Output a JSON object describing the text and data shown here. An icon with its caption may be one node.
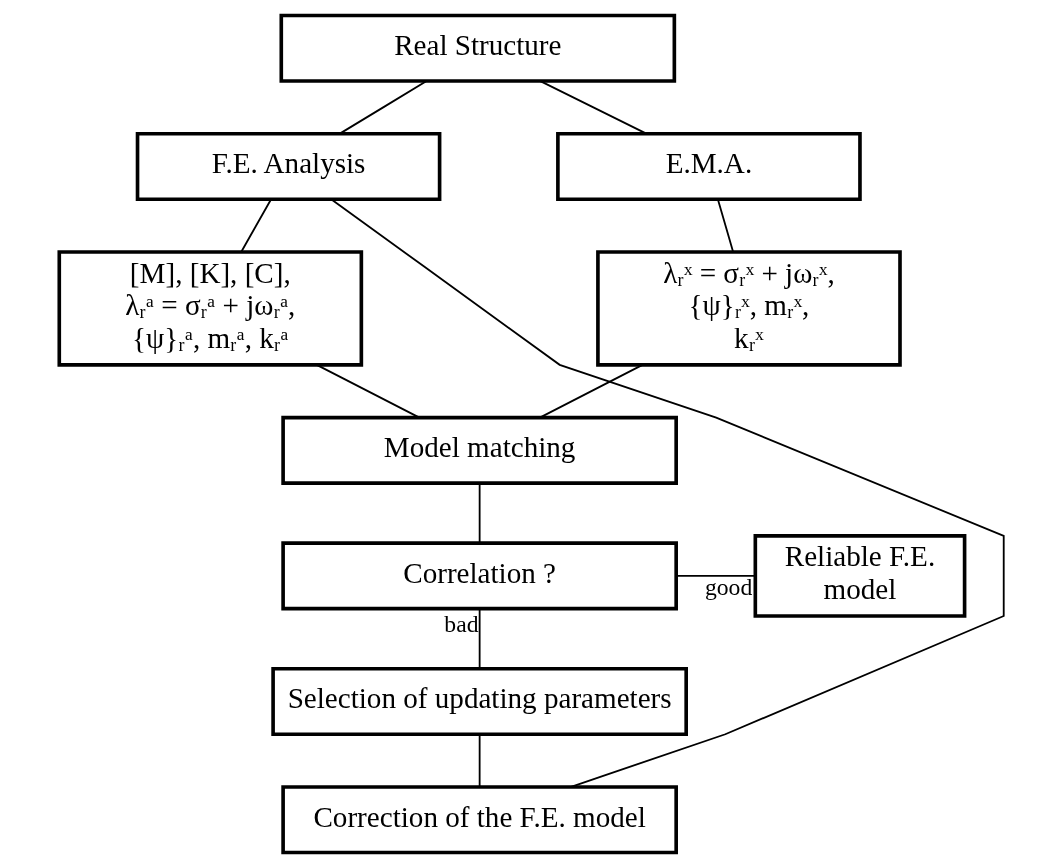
{
  "diagram": {
    "nodes": [
      {
        "text": [
          "Real Structure"
        ]
      },
      {
        "text": [
          "F.E. Analysis"
        ]
      },
      {
        "text": [
          "E.M.A."
        ]
      },
      {
        "text": [
          "[M], [K], [C], λᵣᵃ = σᵣᵃ + jωᵣᵃ, {ψ}ᵣᵃ, mᵣᵃ, kᵣᵃ"
        ]
      },
      {
        "text": [
          "λᵣˣ = σᵣˣ + jωᵣˣ, {ψ}ᵣˣ, mᵣˣ, kᵣˣ"
        ]
      },
      {
        "text": [
          "Model matching"
        ]
      },
      {
        "text": [
          "Correlation ?"
        ]
      },
      {
        "text": [
          "Reliable F.E. model"
        ]
      },
      {
        "text": [
          "Selection of updating parameters"
        ]
      },
      {
        "text": [
          "Correction of the F.E. model"
        ]
      }
    ],
    "edges": [
      {
        "from": 0,
        "to": 1,
        "arrow": "none"
      },
      {
        "from": 0,
        "to": 2,
        "arrow": "none"
      },
      {
        "from": 1,
        "to": 3,
        "arrow": "none"
      },
      {
        "from": 2,
        "to": 4,
        "arrow": "none"
      },
      {
        "from": 3,
        "to": 5,
        "arrow": "none"
      },
      {
        "from": 4,
        "to": 5,
        "arrow": "none"
      },
      {
        "from": 5,
        "to": 6,
        "arrow": "none"
      },
      {
        "from": 6,
        "to": 8,
        "arrow": "none",
        "label": "bad"
      },
      {
        "from": 6,
        "to": 7,
        "arrow": "none",
        "label": "good"
      },
      {
        "from": 8,
        "to": 9,
        "arrow": "none"
      },
      {
        "from": 9,
        "to": 1,
        "arrow": "none"
      }
    ]
  }
}
